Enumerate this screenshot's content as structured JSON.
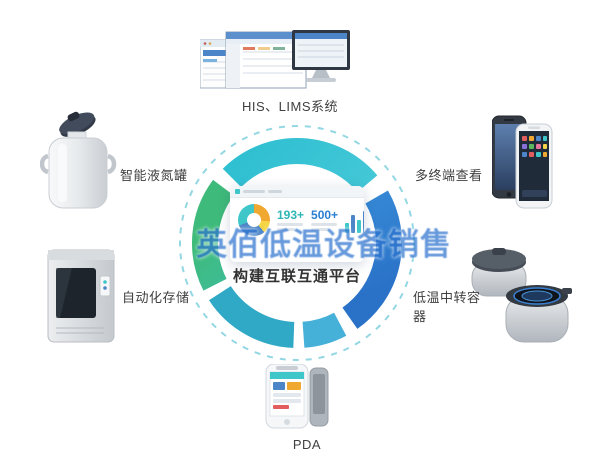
{
  "watermark": "英佰低温设备销售",
  "center": {
    "title": "构建互联互通平台",
    "dashboard": {
      "stat_left": "193+",
      "stat_right": "500+"
    }
  },
  "nodes": {
    "his_lims": {
      "label": "HIS、LIMS系统"
    },
    "multi_terminal": {
      "label": "多终端查看"
    },
    "transfer_container": {
      "label": "低温中转容器"
    },
    "pda": {
      "label": "PDA"
    },
    "auto_storage": {
      "label": "自动化存储"
    },
    "ln_tank": {
      "label": "智能液氮罐"
    }
  },
  "colors": {
    "cyan": "#3cc5d3",
    "blue": "#2a7fd2",
    "teal": "#2fb3b0",
    "green": "#3eba7a",
    "dashed_ring": "#92d7e3",
    "watermark_blue": "#2e74cf"
  }
}
